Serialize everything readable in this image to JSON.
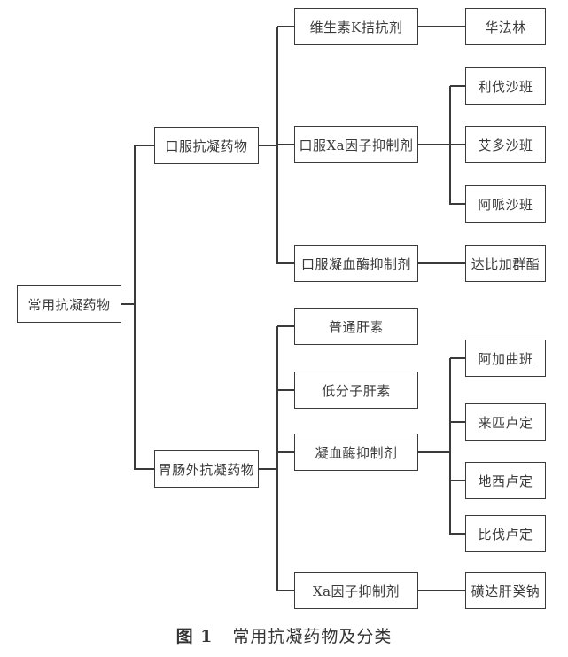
{
  "figure": {
    "caption_label": "图 1",
    "caption_title": "常用抗凝药物及分类"
  },
  "tree": {
    "label": "常用抗凝药物",
    "children": [
      {
        "label": "口服抗凝药物",
        "children": [
          {
            "label": "维生素K拮抗剂",
            "children": [
              {
                "label": "华法林"
              }
            ]
          },
          {
            "label": "口服Xa因子抑制剂",
            "children": [
              {
                "label": "利伐沙班"
              },
              {
                "label": "艾多沙班"
              },
              {
                "label": "阿哌沙班"
              }
            ]
          },
          {
            "label": "口服凝血酶抑制剂",
            "children": [
              {
                "label": "达比加群酯"
              }
            ]
          }
        ]
      },
      {
        "label": "胃肠外抗凝药物",
        "children": [
          {
            "label": "普通肝素"
          },
          {
            "label": "低分子肝素"
          },
          {
            "label": "凝血酶抑制剂",
            "children": [
              {
                "label": "阿加曲班"
              },
              {
                "label": "来匹卢定"
              },
              {
                "label": "地西卢定"
              },
              {
                "label": "比伐卢定"
              }
            ]
          },
          {
            "label": "Xa因子抑制剂",
            "children": [
              {
                "label": "磺达肝癸钠"
              }
            ]
          }
        ]
      }
    ]
  }
}
